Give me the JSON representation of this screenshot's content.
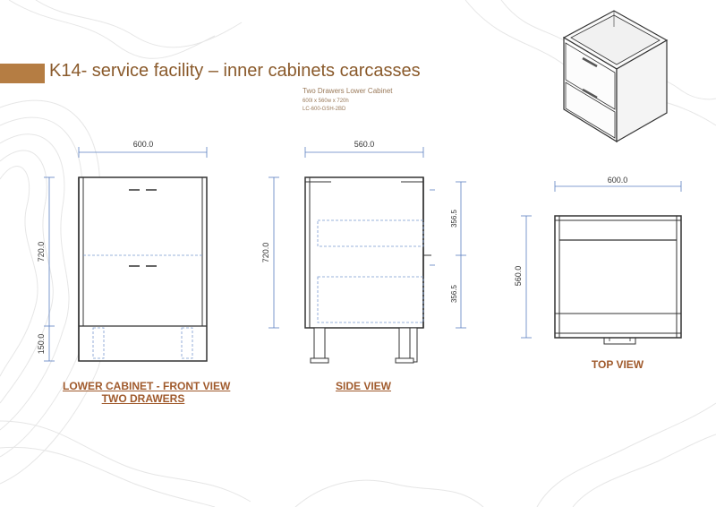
{
  "header": {
    "title": "K14- service facility – inner cabinets carcasses",
    "product_name": "Two Drawers Lower Cabinet",
    "dimensions": "600l x 560w x 720h",
    "code": "LC-600-GSH-2BD"
  },
  "colors": {
    "accent": "#b57d43",
    "label": "#a05a2c",
    "dimension_line": "#5b7fc0",
    "drawing_line": "#333333"
  },
  "views": {
    "front": {
      "label_line1": "LOWER CABINET - FRONT VIEW",
      "label_line2": "TWO DRAWERS",
      "width_dim": "600.0",
      "height_dim": "720.0",
      "plinth_dim": "150.0"
    },
    "side": {
      "label": "SIDE VIEW",
      "depth_dim": "560.0",
      "height_dim": "720.0",
      "drawer_dim_top": "356.5",
      "drawer_dim_bottom": "356.5"
    },
    "top": {
      "label": "TOP VIEW",
      "width_dim": "600.0",
      "depth_dim": "560.0"
    }
  }
}
